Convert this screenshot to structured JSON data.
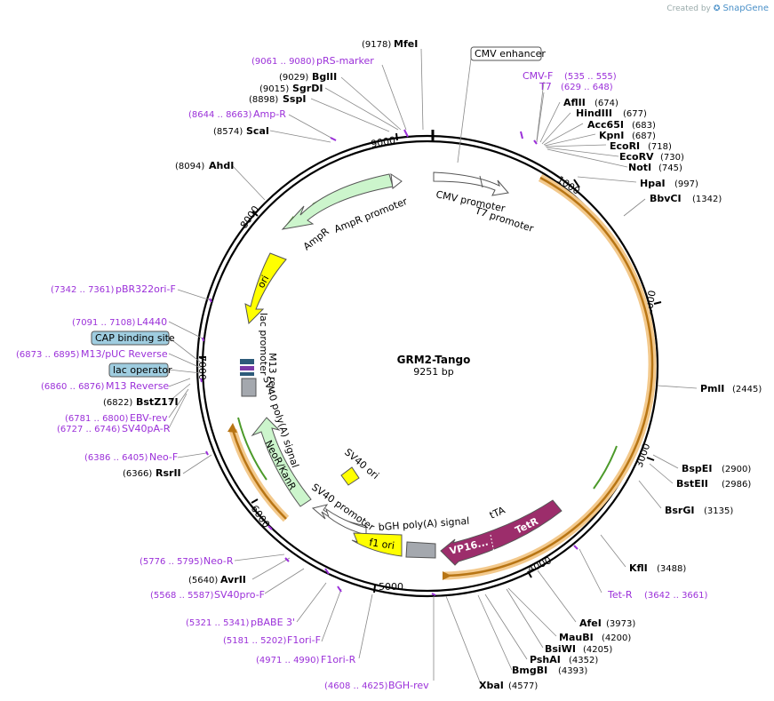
{
  "brand": {
    "prefix": "Created by",
    "name": "SnapGene"
  },
  "plasmid": {
    "name": "GRM2-Tango",
    "size": "9251 bp"
  },
  "ticks": [
    "1000",
    "2000",
    "3000",
    "4000",
    "5000",
    "6000",
    "7000",
    "8000",
    "9000"
  ],
  "enzymes": [
    {
      "name": "MfeI",
      "pos": "(9178)"
    },
    {
      "name": "BglII",
      "pos": "(9029)"
    },
    {
      "name": "SgrDI",
      "pos": "(9015)"
    },
    {
      "name": "SspI",
      "pos": "(8898)"
    },
    {
      "name": "ScaI",
      "pos": "(8574)"
    },
    {
      "name": "AhdI",
      "pos": "(8094)"
    },
    {
      "name": "AflII",
      "pos": "(674)"
    },
    {
      "name": "HindIII",
      "pos": "(677)"
    },
    {
      "name": "Acc65I",
      "pos": "(683)"
    },
    {
      "name": "KpnI",
      "pos": "(687)"
    },
    {
      "name": "EcoRI",
      "pos": "(718)"
    },
    {
      "name": "EcoRV",
      "pos": "(730)"
    },
    {
      "name": "NotI",
      "pos": "(745)"
    },
    {
      "name": "HpaI",
      "pos": "(997)"
    },
    {
      "name": "BbvCI",
      "pos": "(1342)"
    },
    {
      "name": "PmlI",
      "pos": "(2445)"
    },
    {
      "name": "BspEI",
      "pos": "(2900)"
    },
    {
      "name": "BstEII",
      "pos": "(2986)"
    },
    {
      "name": "BsrGI",
      "pos": "(3135)"
    },
    {
      "name": "KflI",
      "pos": "(3488)"
    },
    {
      "name": "AfeI",
      "pos": "(3973)"
    },
    {
      "name": "MauBI",
      "pos": "(4200)"
    },
    {
      "name": "BsiWI",
      "pos": "(4205)"
    },
    {
      "name": "PshAI",
      "pos": "(4352)"
    },
    {
      "name": "BmgBI",
      "pos": "(4393)"
    },
    {
      "name": "XbaI",
      "pos": "(4577)"
    },
    {
      "name": "AvrII",
      "pos": "(5640)"
    },
    {
      "name": "RsrII",
      "pos": "(6366)"
    },
    {
      "name": "BstZ17I",
      "pos": "(6822)"
    }
  ],
  "primers": [
    {
      "name": "pRS-marker",
      "pos": "(9061 .. 9080)"
    },
    {
      "name": "Amp-R",
      "pos": "(8644 .. 8663)"
    },
    {
      "name": "CMV-F",
      "pos": "(535 .. 555)"
    },
    {
      "name": "T7",
      "pos": "(629 .. 648)"
    },
    {
      "name": "pBR322ori-F",
      "pos": "(7342 .. 7361)"
    },
    {
      "name": "L4440",
      "pos": "(7091 .. 7108)"
    },
    {
      "name": "M13/pUC Reverse",
      "pos": "(6873 .. 6895)"
    },
    {
      "name": "M13 Reverse",
      "pos": "(6860 .. 6876)"
    },
    {
      "name": "EBV-rev",
      "pos": "(6781 .. 6800)"
    },
    {
      "name": "SV40pA-R",
      "pos": "(6727 .. 6746)"
    },
    {
      "name": "Neo-F",
      "pos": "(6386 .. 6405)"
    },
    {
      "name": "Tet-R",
      "pos": "(3642 .. 3661)"
    },
    {
      "name": "Neo-R",
      "pos": "(5776 .. 5795)"
    },
    {
      "name": "SV40pro-F",
      "pos": "(5568 .. 5587)"
    },
    {
      "name": "pBABE 3'",
      "pos": "(5321 .. 5341)"
    },
    {
      "name": "F1ori-F",
      "pos": "(5181 .. 5202)"
    },
    {
      "name": "F1ori-R",
      "pos": "(4971 .. 4990)"
    },
    {
      "name": "BGH-rev",
      "pos": "(4608 .. 4625)"
    }
  ],
  "boxed": [
    "CMV enhancer",
    "CAP binding site",
    "lac operator"
  ],
  "features": {
    "cmv_promoter": "CMV promoter",
    "t7_promoter": "T7 promoter",
    "ampr": "AmpR",
    "ampr_promoter": "AmpR promoter",
    "ori": "ori",
    "lac_promoter": "lac promoter",
    "m13_rev": "M13 rev",
    "sv40_polya": "SV40 poly(A) signal",
    "neokanr": "NeoR/KanR",
    "sv40_ori": "SV40 ori",
    "sv40_promoter": "SV40 promoter",
    "bgh": "bGH poly(A) signal",
    "f1ori": "f1 ori",
    "tta": "tTA",
    "tetr": "TetR",
    "vp16": "VP16..."
  },
  "colors": {
    "ring": "#000000",
    "primer": "#9b30d9",
    "ampr": "#ccf5cc",
    "green_arrow": "#4c9a2a",
    "ori": "#ffff00",
    "tta": "#9c2d6b",
    "gray_feature": "#a4a8ae",
    "orange_arc": "#e8a33a",
    "box_fill": "#9fcde0"
  }
}
